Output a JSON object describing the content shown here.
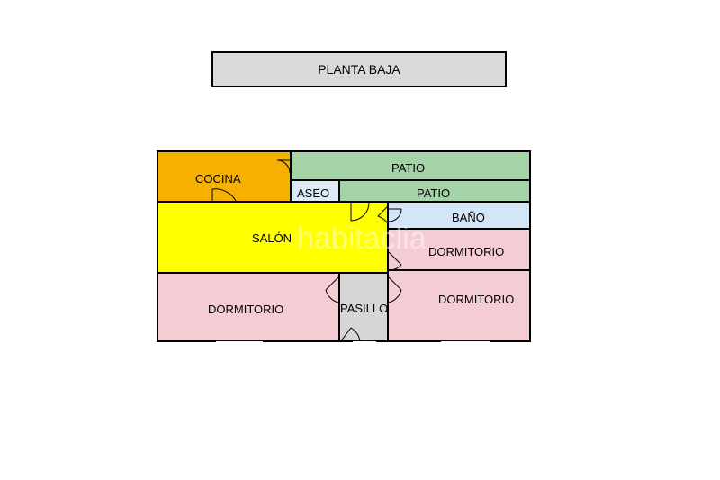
{
  "title": "PLANTA BAJA",
  "watermark": "habitaclia",
  "rooms": {
    "cocina": "COCINA",
    "patio_top": "PATIO",
    "aseo": "ASEO",
    "patio_mid": "PATIO",
    "salon": "SALÓN",
    "bano": "BAÑO",
    "dormitorio_right_upper": "DORMITORIO",
    "dormitorio_left": "DORMITORIO",
    "pasillo": "PASILLO",
    "dormitorio_right_lower": "DORMITORIO"
  },
  "colors": {
    "cocina": "#f5b000",
    "patio": "#a3d3a7",
    "aseo": "#dceaf7",
    "salon": "#ffff00",
    "bano": "#d4e6f5",
    "dormitorio": "#f4cdd4",
    "pasillo": "#d6d6d6",
    "wall": "#000000"
  }
}
